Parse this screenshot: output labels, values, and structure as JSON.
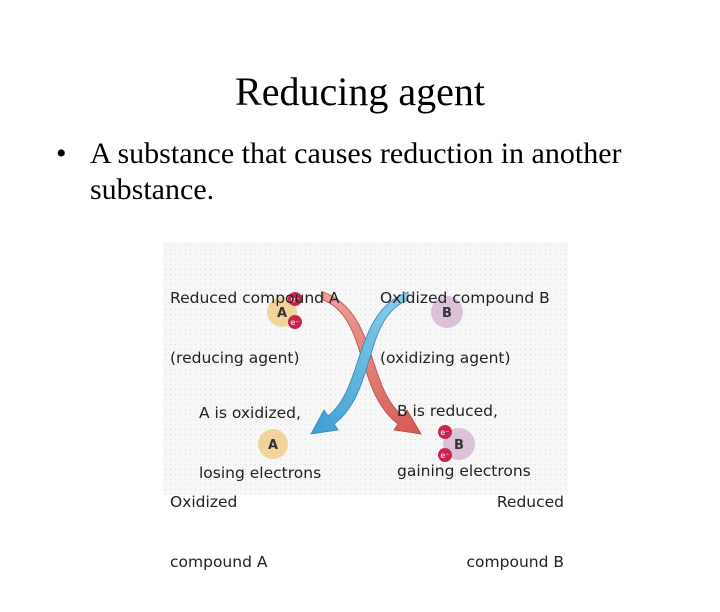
{
  "slide": {
    "title": "Reducing agent",
    "bullet_symbol": "•",
    "bullet_text": "A substance that causes reduction in another substance."
  },
  "figure": {
    "label_top_left_1": "Reduced compound A",
    "label_top_left_2": "(reducing agent)",
    "label_top_right_1": "Oxidized compound B",
    "label_top_right_2": "(oxidizing agent)",
    "label_mid_left_1": "A is oxidized,",
    "label_mid_left_2": "losing electrons",
    "label_mid_right_1": "B is reduced,",
    "label_mid_right_2": "gaining electrons",
    "label_bottom_left_1": "Oxidized",
    "label_bottom_left_2": "compound A",
    "label_bottom_right_1": "Reduced",
    "label_bottom_right_2": "compound B",
    "compound_a": "A",
    "compound_b": "B",
    "electron": "e⁻",
    "colors": {
      "compound_a": "#f2d49b",
      "compound_b": "#dcc2d8",
      "electron": "#c8254e",
      "arrow_blue": "#5ab4df",
      "arrow_red": "#e2726c"
    }
  }
}
